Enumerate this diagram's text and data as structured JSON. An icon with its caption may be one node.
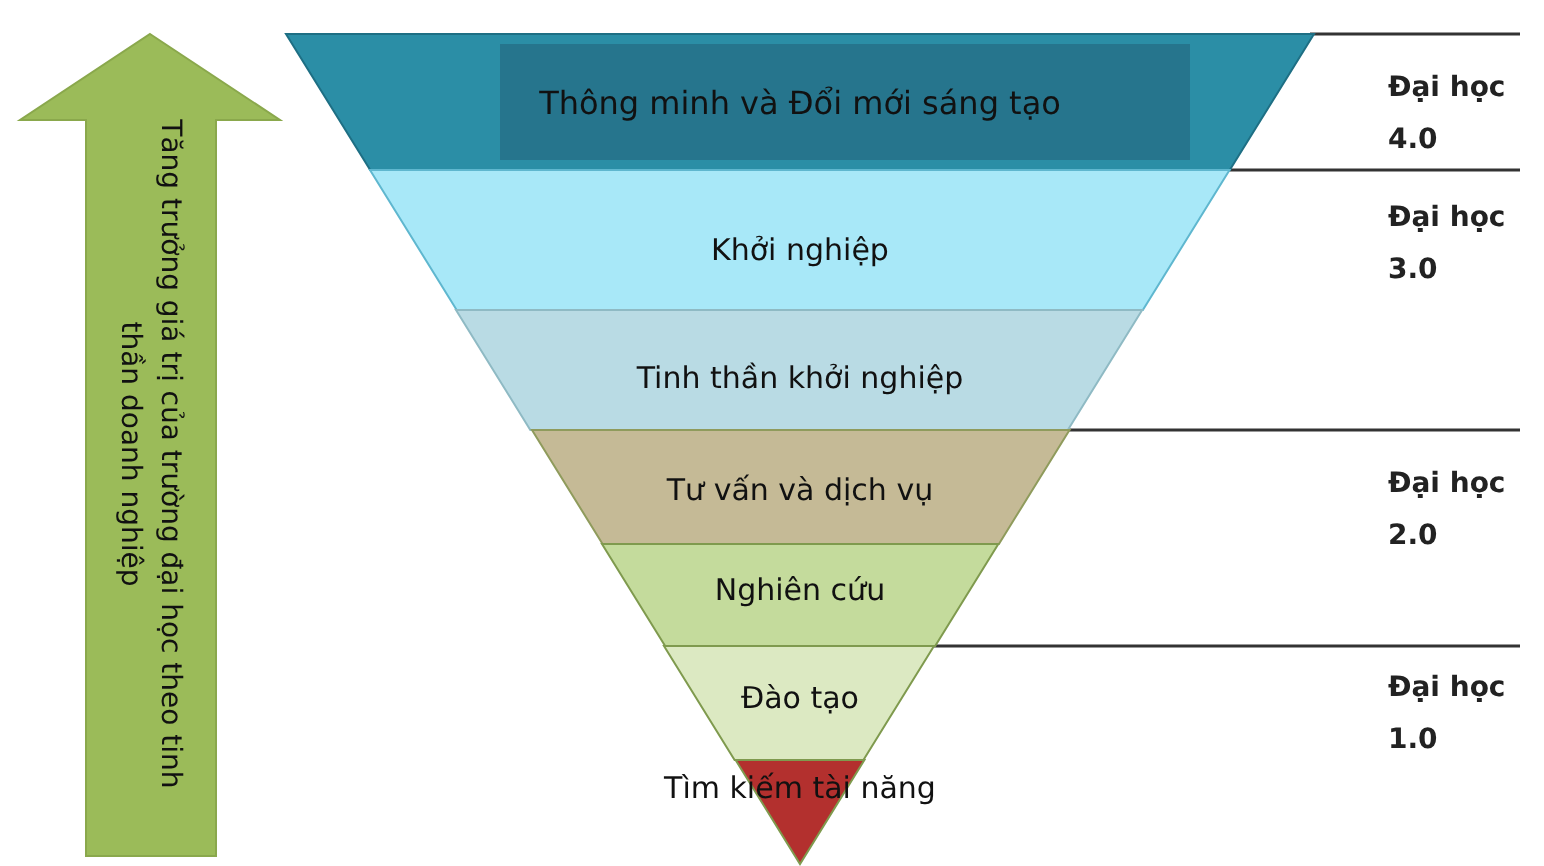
{
  "diagram": {
    "nodes": [
      {
        "text": [
          "Thông minh và Đổi mới sáng tạo"
        ]
      },
      {
        "text": [
          "Khởi nghiệp"
        ]
      },
      {
        "text": [
          "Tinh thần khởi nghiệp"
        ]
      },
      {
        "text": [
          "Tư vấn và dịch vụ"
        ]
      },
      {
        "text": [
          "Nghiên cứu"
        ]
      },
      {
        "text": [
          "Đào tạo"
        ]
      },
      {
        "text": [
          "Tìm kiếm tài năng"
        ]
      },
      {
        "text": [
          "Tăng trưởng giá trị của trường đại học theo tinh thần doanh nghiệp"
        ]
      }
    ],
    "edges": [],
    "labels": [
      "Đại học 4.0",
      "Đại học 3.0",
      "Đại học 2.0",
      "Đại học 1.0"
    ]
  }
}
